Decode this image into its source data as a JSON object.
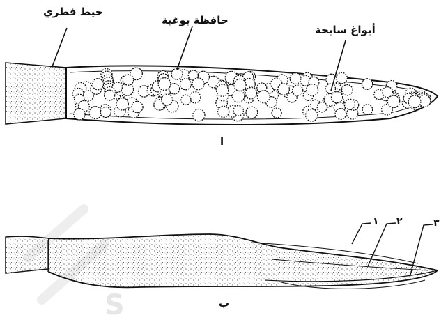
{
  "panel_a": {
    "labels": {
      "hypha": "خيط فطري",
      "sporangium": "حافظة بوغية",
      "zoospores": "أبواغ سابحة"
    },
    "caption": "ا"
  },
  "panel_b": {
    "numbers": [
      "١",
      "٢",
      "٣"
    ],
    "caption": "ب"
  },
  "watermark": "S"
}
